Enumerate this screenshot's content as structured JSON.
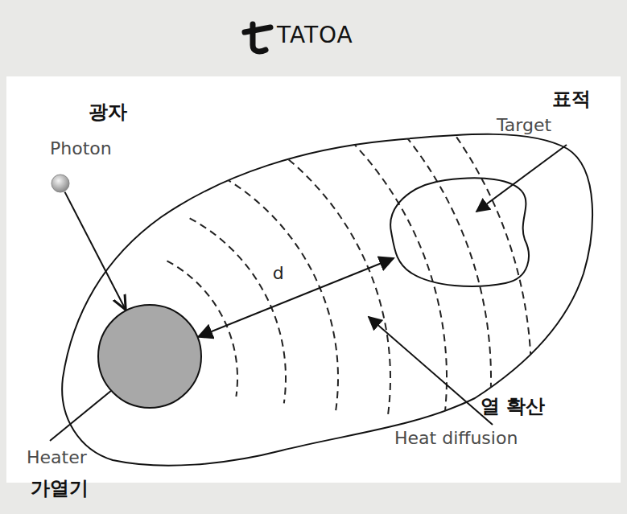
{
  "diagram": {
    "nodes": [
      {
        "text": [
          "광자",
          "Photon"
        ]
      },
      {
        "text": [
          "표적",
          "Target"
        ]
      },
      {
        "text": [
          "Heater",
          "가열기"
        ]
      }
    ],
    "edges": [
      {
        "from": 0,
        "to": 2,
        "arrow": "to"
      },
      {
        "from": 2,
        "to": 1,
        "label": "d",
        "arrow": "both"
      }
    ],
    "labels": [
      "TATOA",
      "열 확산",
      "Heat diffusion"
    ]
  }
}
